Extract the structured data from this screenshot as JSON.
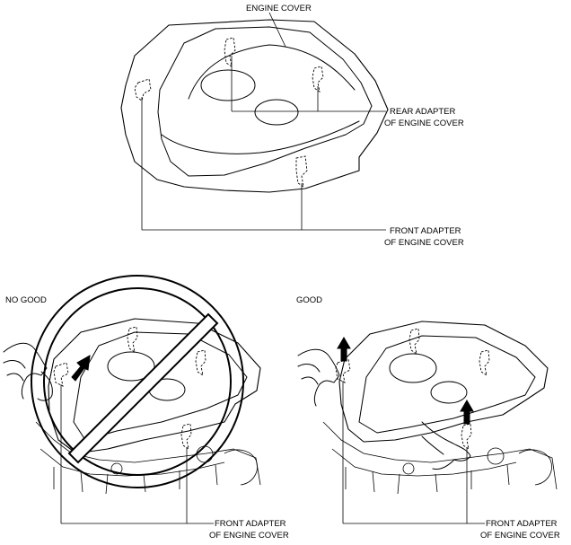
{
  "labels": {
    "engine_cover": "ENGINE COVER",
    "rear_adapter_line1": "REAR ADAPTER",
    "rear_adapter_line2": "OF ENGINE COVER",
    "front_adapter_top_line1": "FRONT ADAPTER",
    "front_adapter_top_line2": "OF ENGINE COVER",
    "no_good": "NO GOOD",
    "good": "GOOD",
    "front_adapter_left_line1": "FRONT ADAPTER",
    "front_adapter_left_line2": "OF ENGINE COVER",
    "front_adapter_right_line1": "FRONT ADAPTER",
    "front_adapter_right_line2": "OF ENGINE COVER"
  },
  "icons": {
    "prohibited": "prohibition-icon",
    "lift_arrow": "up-arrow-icon"
  }
}
